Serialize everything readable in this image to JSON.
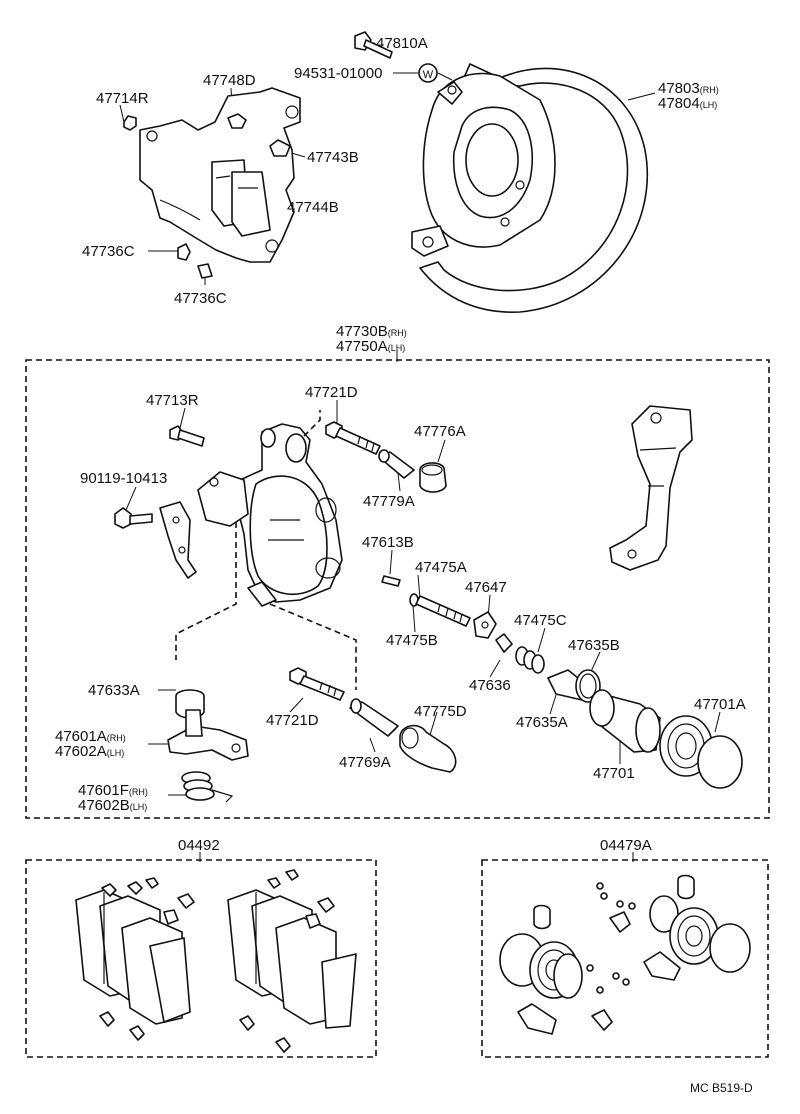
{
  "callouts": [
    {
      "id": "47810A",
      "text": "47810A",
      "suffix": ""
    },
    {
      "id": "94531-01000",
      "text": "94531-01000",
      "suffix": ""
    },
    {
      "id": "47803",
      "text": "47803",
      "suffix": "(RH)"
    },
    {
      "id": "47804",
      "text": "47804",
      "suffix": "(LH)"
    },
    {
      "id": "47714R",
      "text": "47714R",
      "suffix": ""
    },
    {
      "id": "47748D",
      "text": "47748D",
      "suffix": ""
    },
    {
      "id": "47743B",
      "text": "47743B",
      "suffix": ""
    },
    {
      "id": "47744B",
      "text": "47744B",
      "suffix": ""
    },
    {
      "id": "47736C-a",
      "text": "47736C",
      "suffix": ""
    },
    {
      "id": "47736C-b",
      "text": "47736C",
      "suffix": ""
    },
    {
      "id": "47730B",
      "text": "47730B",
      "suffix": "(RH)"
    },
    {
      "id": "47750A",
      "text": "47750A",
      "suffix": "(LH)"
    },
    {
      "id": "47713R",
      "text": "47713R",
      "suffix": ""
    },
    {
      "id": "47721D-a",
      "text": "47721D",
      "suffix": ""
    },
    {
      "id": "47776A",
      "text": "47776A",
      "suffix": ""
    },
    {
      "id": "90119-10413",
      "text": "90119-10413",
      "suffix": ""
    },
    {
      "id": "47779A",
      "text": "47779A",
      "suffix": ""
    },
    {
      "id": "47613B",
      "text": "47613B",
      "suffix": ""
    },
    {
      "id": "47475A",
      "text": "47475A",
      "suffix": ""
    },
    {
      "id": "47647",
      "text": "47647",
      "suffix": ""
    },
    {
      "id": "47475B",
      "text": "47475B",
      "suffix": ""
    },
    {
      "id": "47475C",
      "text": "47475C",
      "suffix": ""
    },
    {
      "id": "47635B",
      "text": "47635B",
      "suffix": ""
    },
    {
      "id": "47636",
      "text": "47636",
      "suffix": ""
    },
    {
      "id": "47635A",
      "text": "47635A",
      "suffix": ""
    },
    {
      "id": "47633A",
      "text": "47633A",
      "suffix": ""
    },
    {
      "id": "47721D-b",
      "text": "47721D",
      "suffix": ""
    },
    {
      "id": "47775D",
      "text": "47775D",
      "suffix": ""
    },
    {
      "id": "47701A",
      "text": "47701A",
      "suffix": ""
    },
    {
      "id": "47601A",
      "text": "47601A",
      "suffix": "(RH)"
    },
    {
      "id": "47602A",
      "text": "47602A",
      "suffix": "(LH)"
    },
    {
      "id": "47769A",
      "text": "47769A",
      "suffix": ""
    },
    {
      "id": "47701",
      "text": "47701",
      "suffix": ""
    },
    {
      "id": "47601F",
      "text": "47601F",
      "suffix": "(RH)"
    },
    {
      "id": "47602B",
      "text": "47602B",
      "suffix": "(LH)"
    },
    {
      "id": "04492",
      "text": "04492",
      "suffix": ""
    },
    {
      "id": "04479A",
      "text": "04479A",
      "suffix": ""
    }
  ],
  "washer_mark": "W",
  "footer": "MC B519-D"
}
